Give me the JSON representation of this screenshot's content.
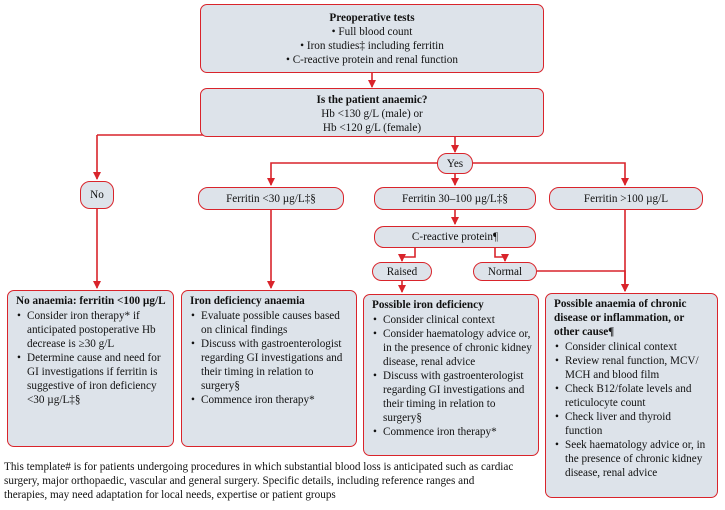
{
  "preop": {
    "title": "Preoperative tests",
    "items": [
      "Full blood count",
      "Iron studies‡ including ferritin",
      "C-reactive protein and renal function"
    ]
  },
  "anaemic": {
    "question": "Is the patient anaemic?",
    "line1": "Hb <130 g/L (male) or",
    "line2": "Hb <120 g/L (female)"
  },
  "no_label": "No",
  "yes_label": "Yes",
  "ferritin": {
    "low": "Ferritin <30 µg/L‡§",
    "mid": "Ferritin 30–100 µg/L‡§",
    "high": "Ferritin >100 µg/L"
  },
  "crp": {
    "label": "C-reactive protein¶",
    "raised": "Raised",
    "normal": "Normal"
  },
  "outcomes": {
    "no_anaemia": {
      "title": "No anaemia: ferritin <100 µg/L",
      "items": [
        "Consider iron therapy* if anticipated postoperative Hb decrease is ≥30 g/L",
        "Determine cause and need for GI investigations if ferritin is suggestive of iron deficiency <30 µg/L‡§"
      ]
    },
    "iron_def": {
      "title": "Iron deficiency anaemia",
      "items": [
        "Evaluate possible causes based on clinical findings",
        "Discuss with gastroenterologist regarding GI investigations and their timing in relation to surgery§",
        "Commence iron therapy*"
      ]
    },
    "possible_iron": {
      "title": "Possible iron deficiency",
      "items": [
        "Consider clinical context",
        "Consider haematology advice or, in the presence of chronic kidney disease, renal advice",
        "Discuss with gastroenter­ologist regarding GI investigations and their timing in relation to surgery§",
        "Commence iron therapy*"
      ]
    },
    "chronic": {
      "title": "Possible anaemia of chronic disease or inflammation, or other cause¶",
      "items": [
        "Consider clinical context",
        "Review renal function, MCV/ MCH and blood film",
        "Check B12/folate levels and reticulocyte count",
        "Check liver and thyroid function",
        "Seek haematology advice or, in the presence of chronic kidney disease, renal advice"
      ]
    }
  },
  "footnote": "This template# is for patients undergoing procedures in which substantial blood loss is anticipated such as cardiac surgery, major orthopaedic, vascular and general surgery. Specific details, including reference ranges and therapies, may need adaptation for local needs, expertise or patient groups",
  "colors": {
    "border": "#d9242b",
    "fill": "#dde3ea"
  }
}
